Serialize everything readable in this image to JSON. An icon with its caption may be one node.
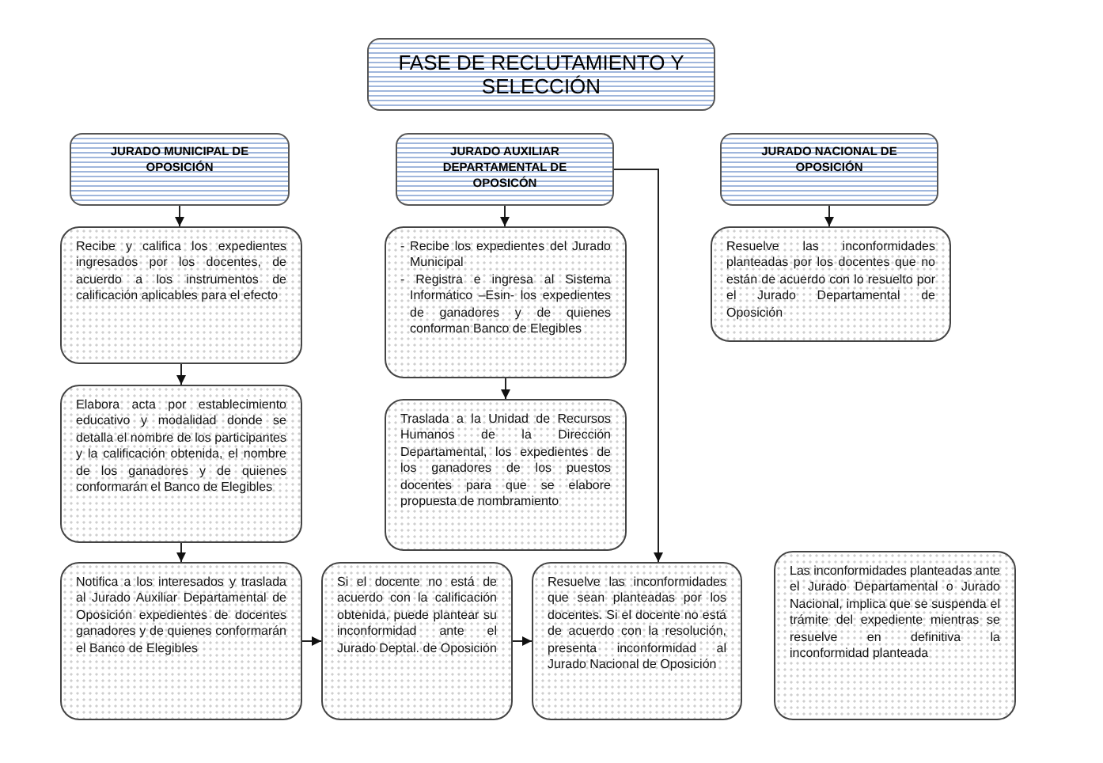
{
  "diagram": {
    "nodes": [
      {
        "text": [
          "FASE DE RECLUTAMIENTO Y SELECCIÓN"
        ]
      },
      {
        "text": [
          "JURADO MUNICIPAL DE OPOSICIÓN"
        ]
      },
      {
        "text": [
          "JURADO AUXILIAR DEPARTAMENTAL DE OPOSICÓN"
        ]
      },
      {
        "text": [
          "JURADO NACIONAL DE OPOSICIÓN"
        ]
      },
      {
        "text": [
          "Recibe y califica los expedientes ingresados por los docentes, de acuerdo a los instrumentos de calificación aplicables para el efecto"
        ]
      },
      {
        "text": [
          "- Recibe los expedientes del Jurado Municipal",
          "- Registra e ingresa al Sistema Informático –Esin- los expedientes de ganadores y de quienes conforman Banco de Elegibles"
        ]
      },
      {
        "text": [
          "Resuelve las inconformidades planteadas por los docentes que no están de acuerdo con lo resuelto por el Jurado Departamental de Oposición"
        ]
      },
      {
        "text": [
          "Elabora acta por establecimiento educativo y modalidad donde se detalla el nombre de los participantes y la calificación obtenida, el nombre de los ganadores y de quienes conformarán el Banco de Elegibles"
        ]
      },
      {
        "text": [
          "Traslada a la Unidad de Recursos Humanos de la Dirección Departamental, los expedientes de los ganadores de los puestos docentes para que se elabore propuesta de nombramiento"
        ]
      },
      {
        "text": [
          "Notifica a los interesados y traslada al Jurado Auxiliar Departamental de Oposición expedientes de docentes ganadores y de quienes conformarán el Banco de Elegibles"
        ]
      },
      {
        "text": [
          "Si el docente no está de acuerdo con la calificación obtenida, puede plantear su inconformidad ante el Jurado Deptal. de Oposición"
        ]
      },
      {
        "text": [
          "Resuelve las inconformidades que sean planteadas por los docentes. Si el docente no está de acuerdo con la resolución, presenta inconformidad al Jurado Nacional de Oposición"
        ]
      },
      {
        "text": [
          "Las inconformidades planteadas ante el Jurado Departamental o Jurado Nacional, implica que se suspenda el trámite del expediente mientras se resuelve en definitiva la inconformidad planteada"
        ]
      }
    ],
    "edges": [
      {
        "from": 1,
        "to": 4,
        "arrow": "to"
      },
      {
        "from": 4,
        "to": 7,
        "arrow": "to"
      },
      {
        "from": 7,
        "to": 9,
        "arrow": "to"
      },
      {
        "from": 2,
        "to": 5,
        "arrow": "to"
      },
      {
        "from": 5,
        "to": 8,
        "arrow": "to"
      },
      {
        "from": 2,
        "to": 11,
        "arrow": "to"
      },
      {
        "from": 3,
        "to": 6,
        "arrow": "to"
      },
      {
        "from": 9,
        "to": 10,
        "arrow": "to"
      },
      {
        "from": 10,
        "to": 11,
        "arrow": "to"
      }
    ]
  }
}
